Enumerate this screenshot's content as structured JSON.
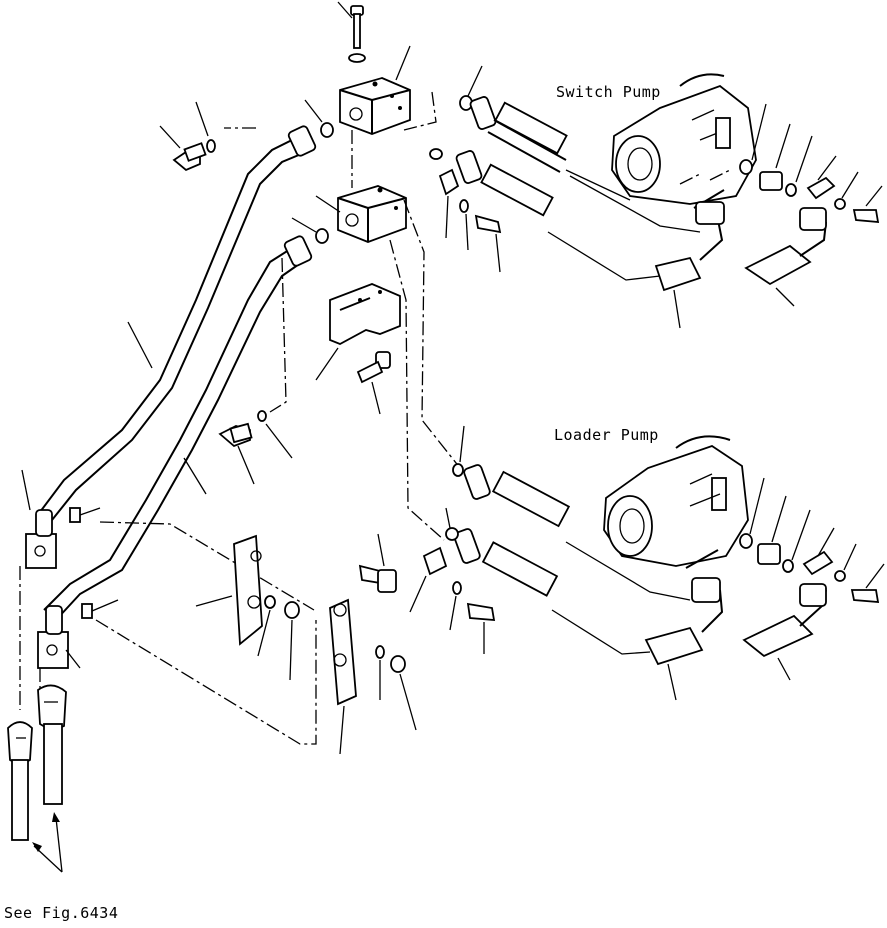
{
  "labels": {
    "switch_pump": "Switch Pump",
    "loader_pump": "Loader Pump",
    "see_fig": "See Fig.6434"
  }
}
